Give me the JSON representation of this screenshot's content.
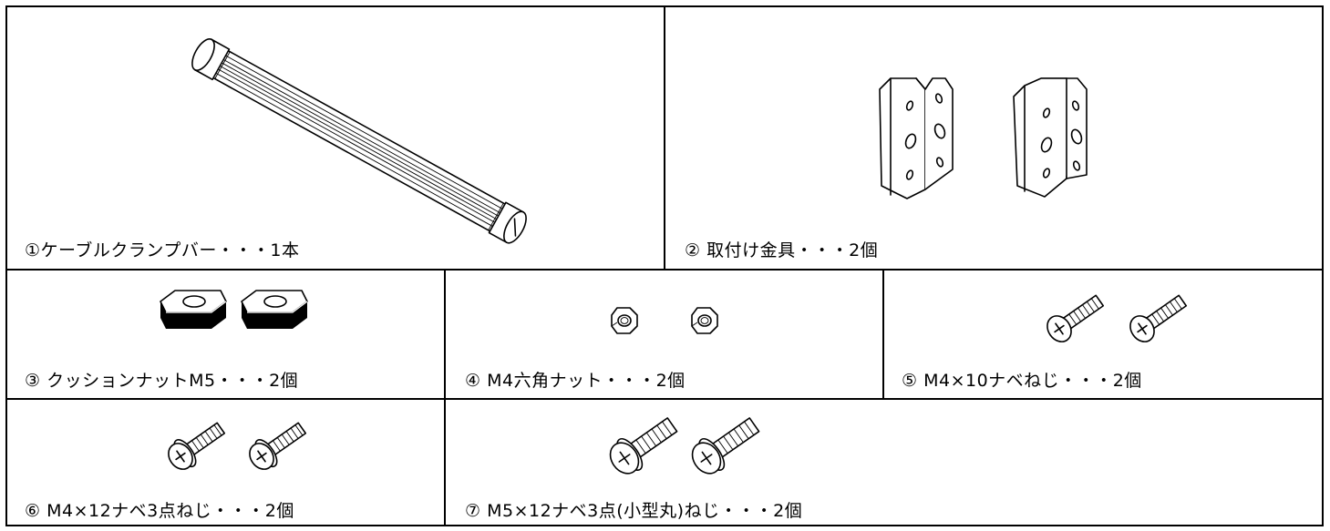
{
  "parts": [
    {
      "number": "①",
      "name": "ケーブルクランプバー",
      "dots": "・・・",
      "qty": "1本",
      "icon": "cable-clamp-bar"
    },
    {
      "number": "②",
      "name": "取付け金具",
      "dots": "・・・",
      "qty": "2個",
      "icon": "mounting-bracket"
    },
    {
      "number": "③",
      "name": "クッションナットM5",
      "dots": "・・・",
      "qty": "2個",
      "icon": "cushion-nut"
    },
    {
      "number": "④",
      "name": "M4六角ナット",
      "dots": "・・・",
      "qty": "2個",
      "icon": "hex-nut"
    },
    {
      "number": "⑤",
      "name": "M4×10ナベねじ",
      "dots": "・・・",
      "qty": "2個",
      "icon": "pan-head-screw"
    },
    {
      "number": "⑥",
      "name": "M4×12ナベ3点ねじ",
      "dots": "・・・",
      "qty": "2個",
      "icon": "sems-screw"
    },
    {
      "number": "⑦",
      "name": "M5×12ナベ3点(小型丸)ねじ",
      "dots": "・・・",
      "qty": "2個",
      "icon": "sems-screw-small-washer"
    }
  ],
  "colors": {
    "line": "#000000",
    "background": "#ffffff"
  }
}
